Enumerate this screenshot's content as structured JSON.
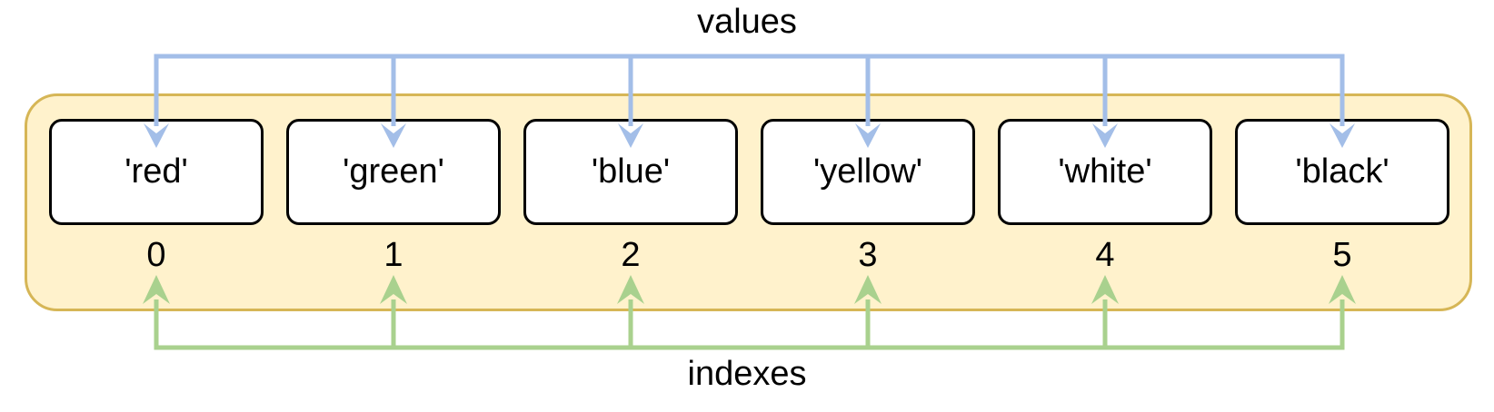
{
  "diagram": {
    "values_label": "values",
    "indexes_label": "indexes",
    "cells": [
      {
        "value": "'red'",
        "index": "0"
      },
      {
        "value": "'green'",
        "index": "1"
      },
      {
        "value": "'blue'",
        "index": "2"
      },
      {
        "value": "'yellow'",
        "index": "3"
      },
      {
        "value": "'white'",
        "index": "4"
      },
      {
        "value": "'black'",
        "index": "5"
      }
    ],
    "colors": {
      "values_arrow": "#A3BEE8",
      "indexes_arrow": "#A9D18E",
      "container_fill": "#FFF2CC",
      "container_border": "#D6B656",
      "cell_fill": "#FFFFFF",
      "cell_border": "#000000",
      "label_text": "#000000"
    }
  }
}
